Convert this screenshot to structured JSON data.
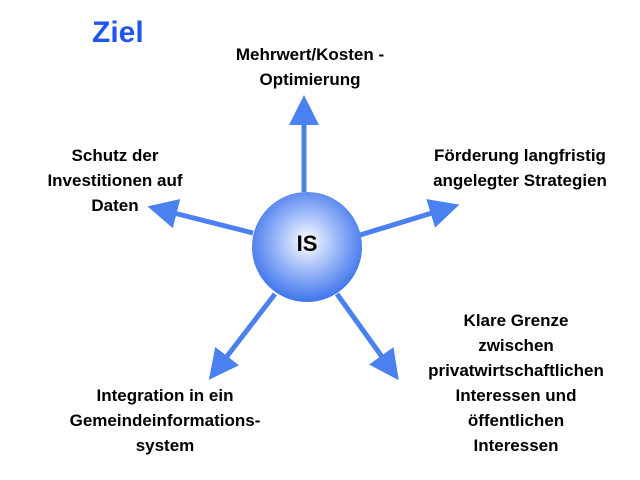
{
  "title": "Ziel",
  "center": "IS",
  "colors": {
    "accent": "#4a80f0",
    "title": "#2255ee"
  },
  "goals": [
    {
      "lines": [
        "Mehrwert/Kosten -",
        "Optimierung"
      ]
    },
    {
      "lines": [
        "Förderung langfristig",
        "angelegter Strategien"
      ]
    },
    {
      "lines": [
        "Klare Grenze",
        "zwischen",
        "privatwirtschaftlichen",
        "Interessen und",
        "öffentlichen",
        "Interessen"
      ]
    },
    {
      "lines": [
        "Integration in ein",
        "Gemeindeinformations-",
        "system"
      ]
    },
    {
      "lines": [
        "Schutz der",
        "Investitionen auf",
        "Daten"
      ]
    }
  ]
}
